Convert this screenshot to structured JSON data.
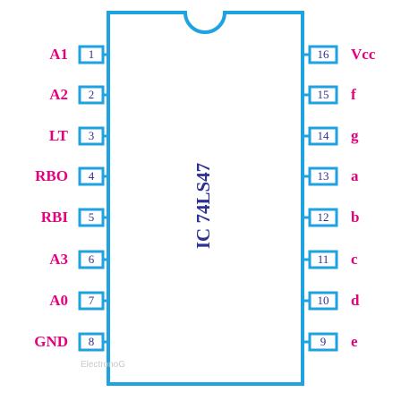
{
  "chip": {
    "label": "IC 74LS47",
    "body_color": "#1fa2e0",
    "label_color": "#2e3192",
    "pin_name_color": "#e6007e",
    "pin_number_color": "#2e3192"
  },
  "left_pins": [
    {
      "number": "1",
      "name": "A1"
    },
    {
      "number": "2",
      "name": "A2"
    },
    {
      "number": "3",
      "name": "LT"
    },
    {
      "number": "4",
      "name": "RBO"
    },
    {
      "number": "5",
      "name": "RBI"
    },
    {
      "number": "6",
      "name": "A3"
    },
    {
      "number": "7",
      "name": "A0"
    },
    {
      "number": "8",
      "name": "GND"
    }
  ],
  "right_pins": [
    {
      "number": "16",
      "name": "Vcc"
    },
    {
      "number": "15",
      "name": "f"
    },
    {
      "number": "14",
      "name": "g"
    },
    {
      "number": "13",
      "name": "a"
    },
    {
      "number": "12",
      "name": "b"
    },
    {
      "number": "11",
      "name": "c"
    },
    {
      "number": "10",
      "name": "d"
    },
    {
      "number": "9",
      "name": "e"
    }
  ],
  "watermark": "ElectronoG"
}
